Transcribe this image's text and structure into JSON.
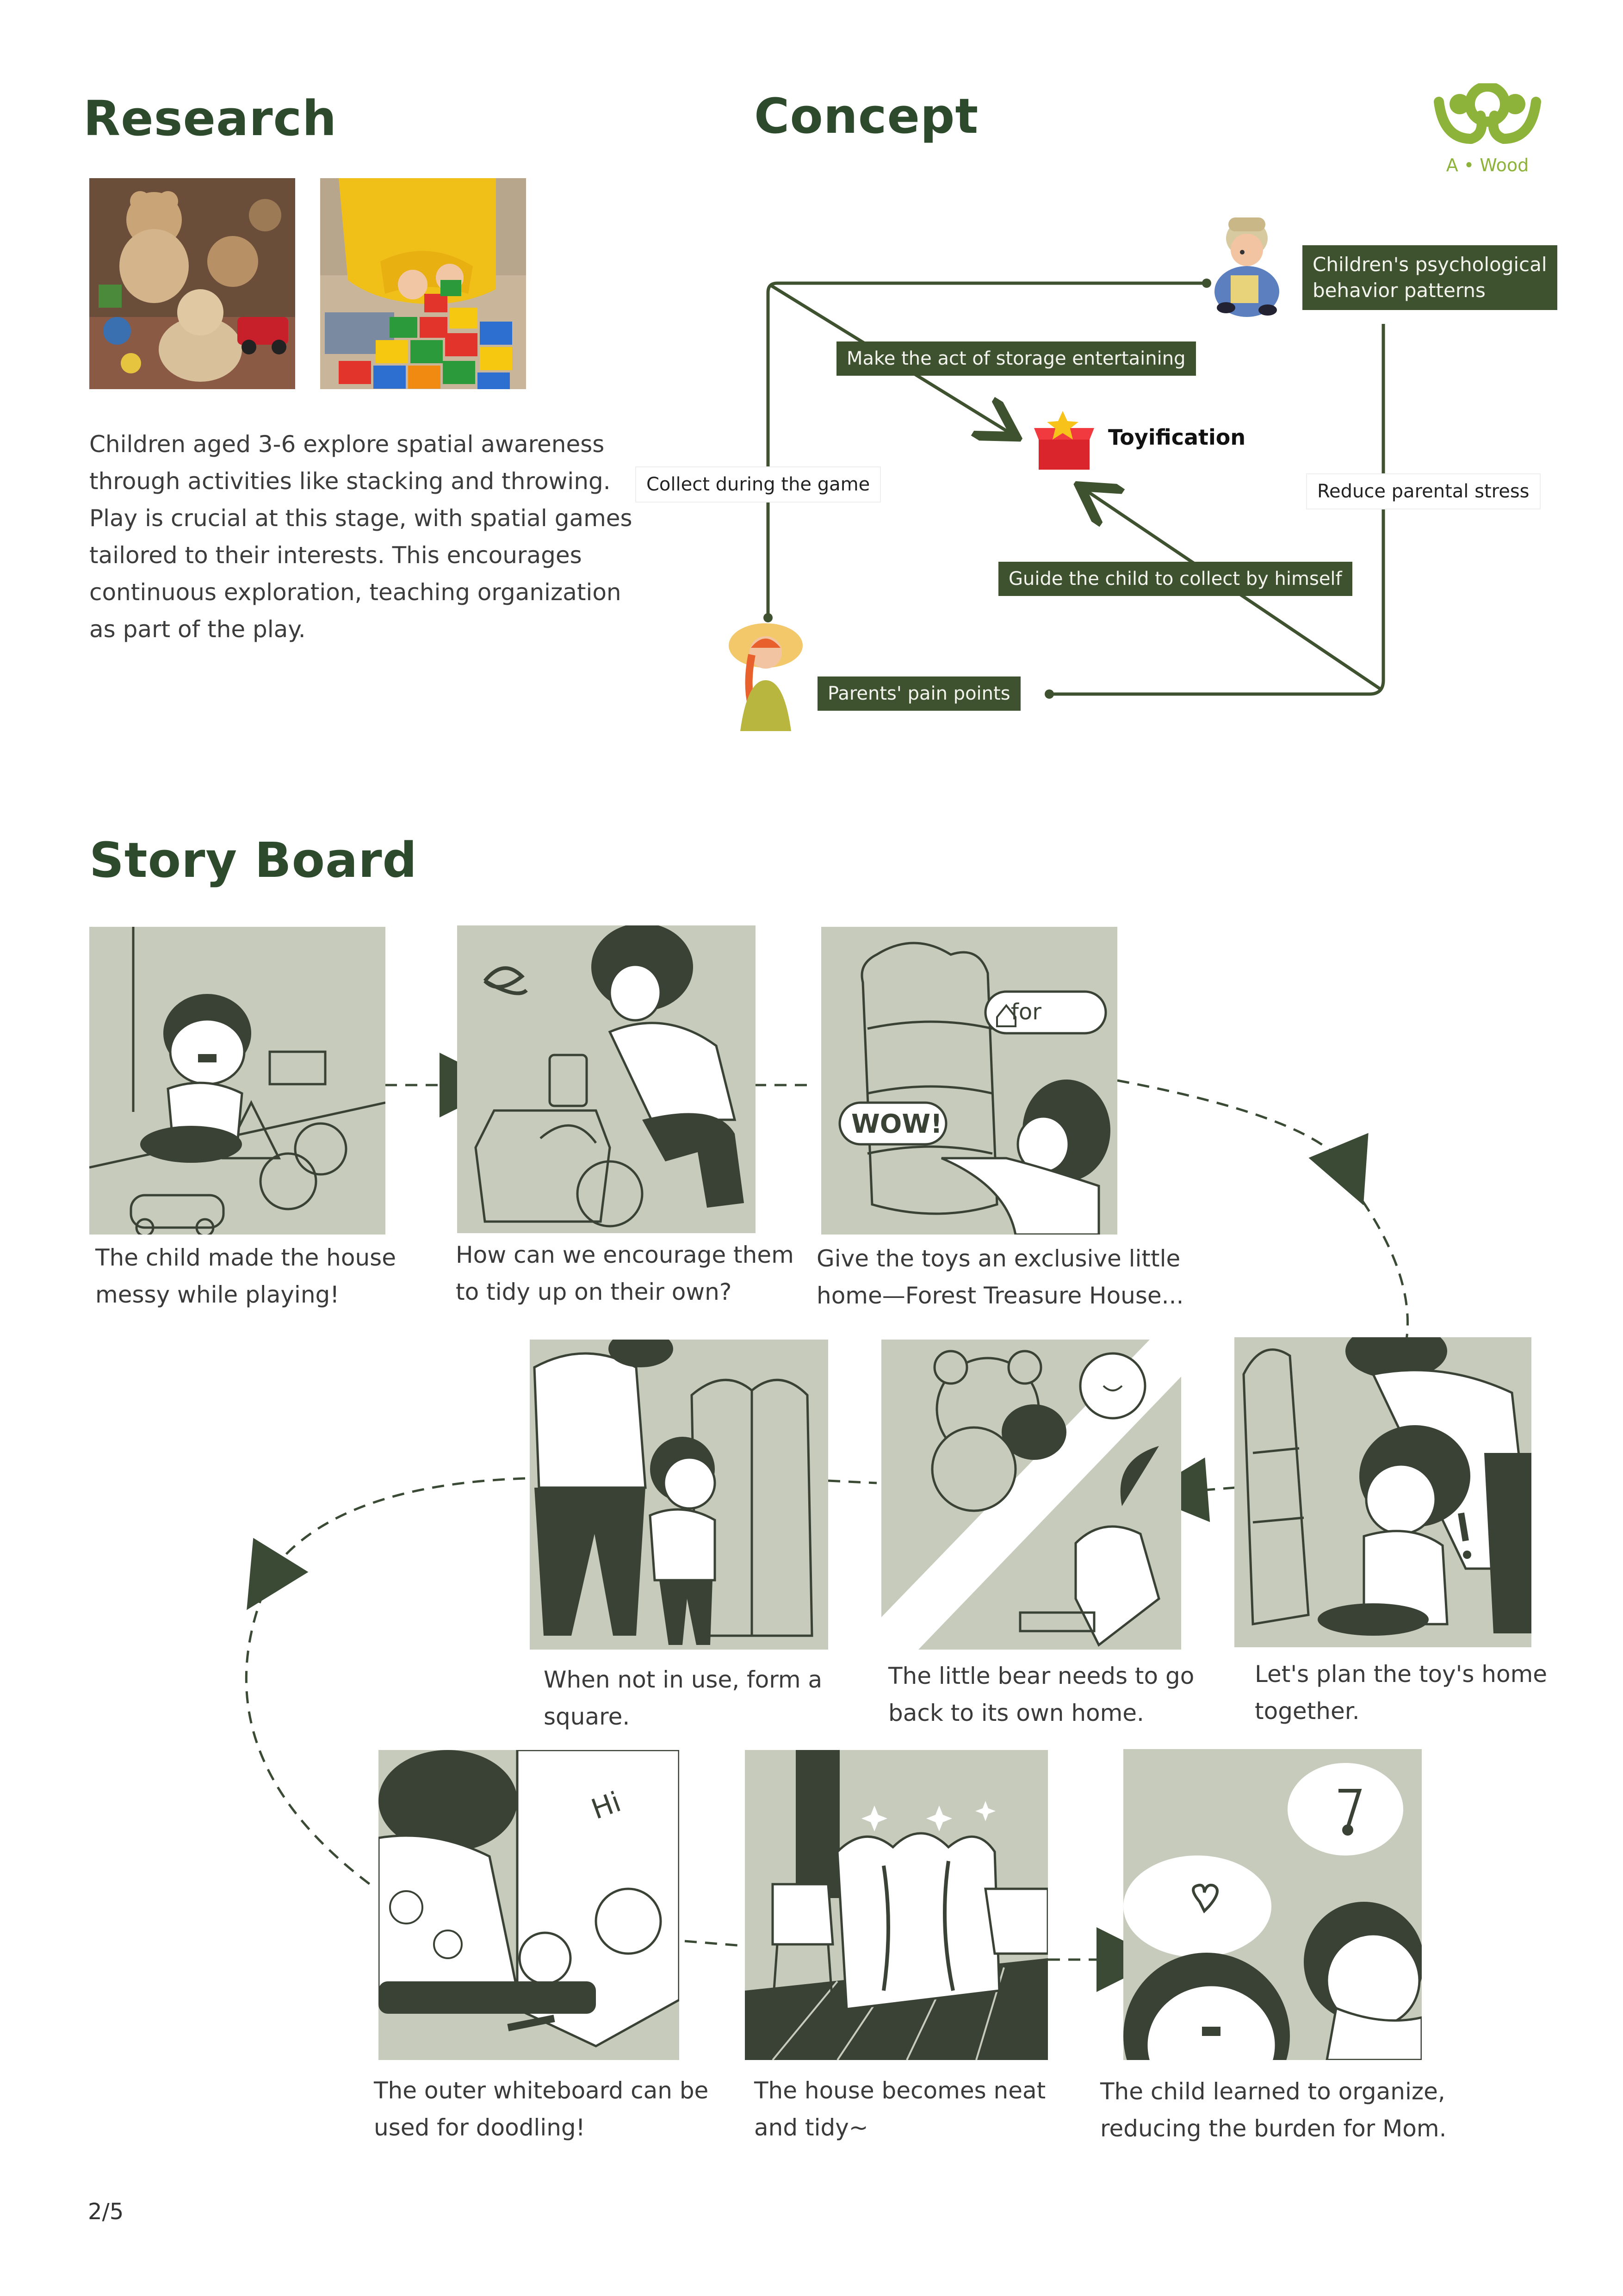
{
  "research": {
    "heading": "Research",
    "photos": [
      {
        "name": "toy-pile-photo",
        "alt": "teddy bears and toys"
      },
      {
        "name": "building-blocks-photo",
        "alt": "child with building blocks"
      }
    ],
    "paragraph_lines": [
      "Children aged 3-6 explore spatial awareness",
      "through activities like stacking and throwing.",
      "Play is crucial at this stage, with spatial games",
      "tailored to their interests. This encourages",
      "continuous exploration, teaching organization",
      "as part of the play."
    ]
  },
  "concept": {
    "heading": "Concept",
    "center_label": "Toyification",
    "child_box": [
      "Children's psychological",
      "behavior patterns"
    ],
    "entertaining_tag": "Make the act of storage entertaining",
    "collect_tag": "Collect during the game",
    "reduce_tag": "Reduce parental stress",
    "guide_tag": "Guide the child to collect by himself",
    "pain_tag": "Parents' pain points"
  },
  "logo": {
    "text": "A • Wood",
    "color": "#8db33a"
  },
  "storyboard": {
    "heading": "Story Board",
    "captions": [
      [
        "The child made the house",
        "messy while playing!"
      ],
      [
        "How can we encourage them",
        "to tidy up on their own?"
      ],
      [
        "Give the toys an exclusive little",
        "home—Forest Treasure House..."
      ],
      [
        "When not in use, form a",
        "square."
      ],
      [
        "The little bear needs to go",
        "back to its own home."
      ],
      [
        "Let's plan the toy's home",
        "together."
      ],
      [
        "The outer whiteboard can be",
        "used for doodling!"
      ],
      [
        "The house becomes neat",
        "and tidy~"
      ],
      [
        "The child learned to organize,",
        "reducing the burden for Mom."
      ]
    ],
    "panel3_bubble": "for",
    "panel3_wow": "WOW!",
    "panel7_hi": "Hi"
  },
  "page_number": "2/5",
  "colors": {
    "dark_green": "#3f5230",
    "heading_green": "#2e4a2c",
    "panel_bg": "#c6cbbc",
    "ink": "#3a4236",
    "logo_green": "#8db33a"
  }
}
